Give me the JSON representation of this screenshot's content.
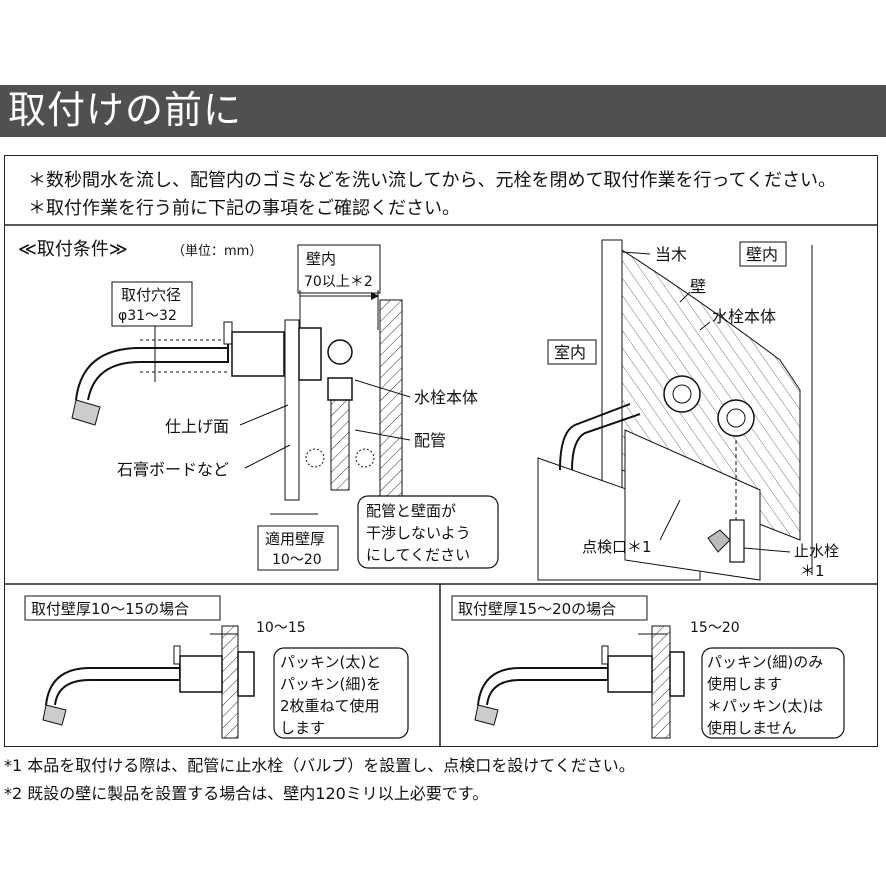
{
  "header": {
    "title": "取付けの前に"
  },
  "notes": [
    "＊数秒間水を流し、配管内のゴミなどを洗い流してから、元栓を閉めて取付作業を行ってください。",
    "＊取付作業を行う前に下記の事項をご確認ください。"
  ],
  "conditions": {
    "title": "≪取付条件≫",
    "unit": "（単位：mm）",
    "wall_inner_label": "壁内",
    "wall_inner_value": "70以上＊2",
    "hole_label": "取付穴径",
    "hole_value": "φ31〜32",
    "valve_body": "水栓本体",
    "pipe": "配管",
    "finish_surface": "仕上げ面",
    "gypsum": "石膏ボードなど",
    "thickness_label": "適用壁厚",
    "thickness_value": "10〜20",
    "interference_line1": "配管と壁面が",
    "interference_line2": "干渉しないよう",
    "interference_line3": "にしてください"
  },
  "right_diagram": {
    "stud": "当木",
    "wall_inner": "壁内",
    "wall": "壁",
    "valve_body": "水栓本体",
    "room": "室内",
    "inspection": "点検口＊1",
    "stop_valve_line1": "止水栓",
    "stop_valve_line2": "＊1"
  },
  "case1": {
    "title": "取付壁厚10〜15の場合",
    "dim": "10〜15",
    "lines": [
      "パッキン(太)と",
      "パッキン(細)を",
      "2枚重ねて使用",
      "します"
    ]
  },
  "case2": {
    "title": "取付壁厚15〜20の場合",
    "dim": "15〜20",
    "lines": [
      "パッキン(細)のみ",
      "使用します",
      "＊パッキン(太)は",
      "使用しません"
    ]
  },
  "footnotes": [
    "*1 本品を取付ける際は、配管に止水栓（バルブ）を設置し、点検口を設けてください。",
    "*2  既設の壁に製品を設置する場合は、壁内120ミリ以上必要です。"
  ]
}
